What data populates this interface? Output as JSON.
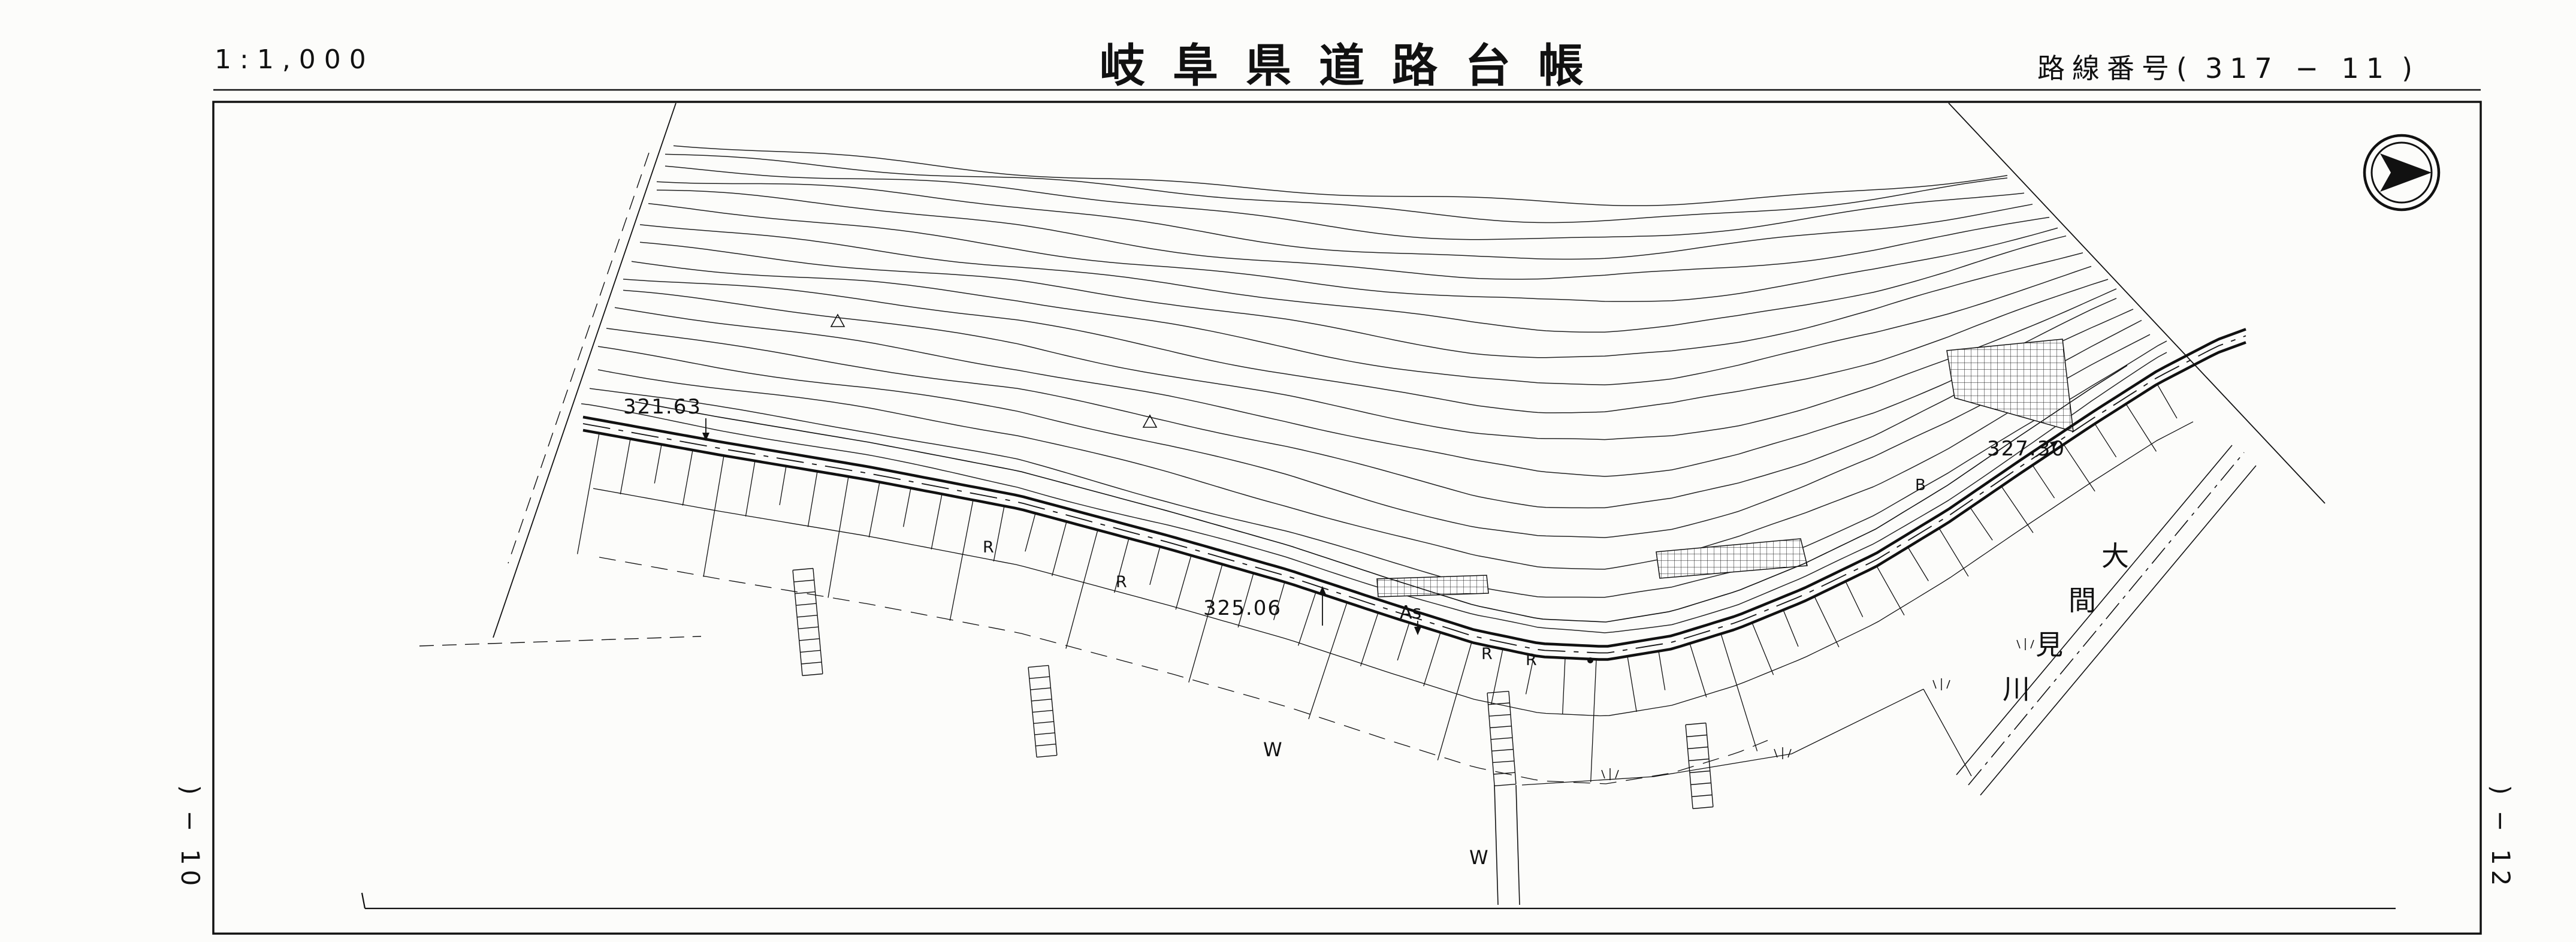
{
  "header": {
    "scale": "1:1,000",
    "title": "岐阜県道路台帳",
    "route": {
      "label": "路線番号(",
      "value": "317 − 11",
      "suffix": ")"
    }
  },
  "sheet_refs": {
    "left": {
      "paren": ")",
      "value": "− 10"
    },
    "right": {
      "paren": ")",
      "value": "− 12"
    }
  },
  "compass": {
    "icon": "north-arrow"
  },
  "map": {
    "elevations": [
      "321.63",
      "325.06",
      "327.30"
    ],
    "pavement_label": "As",
    "road_marks": [
      "R",
      "R",
      "R",
      "R"
    ],
    "point_label": "B",
    "water_marks": [
      "W",
      "W"
    ],
    "river": {
      "name": "大間見川",
      "chars": [
        "大",
        "間",
        "見",
        "川"
      ]
    }
  }
}
